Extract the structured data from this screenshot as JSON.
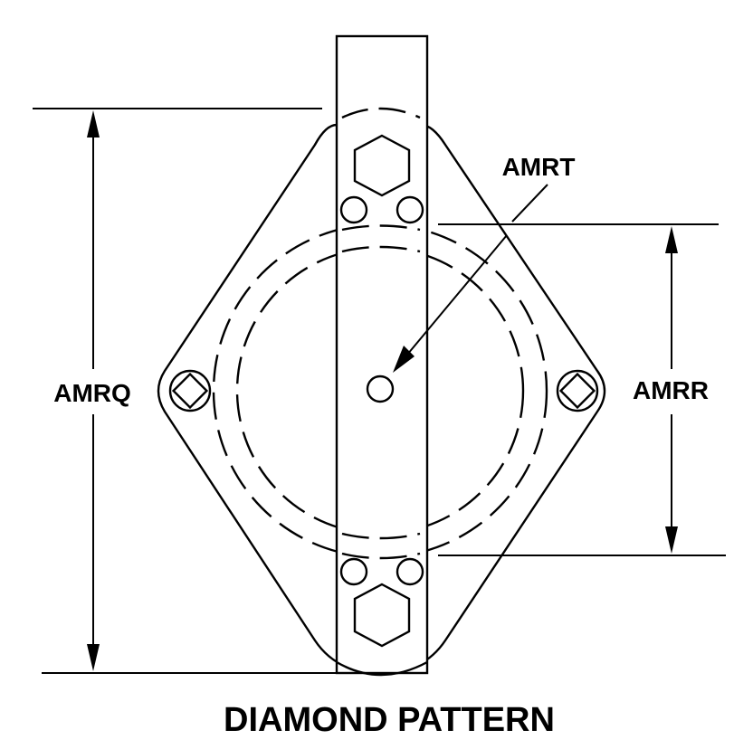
{
  "labels": {
    "title": "DIAMOND PATTERN",
    "height_dim": "AMRQ",
    "bolt_spacing_dim": "AMRR",
    "thickness_dim": "AMRT"
  },
  "colors": {
    "line": "#000000",
    "background": "#ffffff"
  }
}
